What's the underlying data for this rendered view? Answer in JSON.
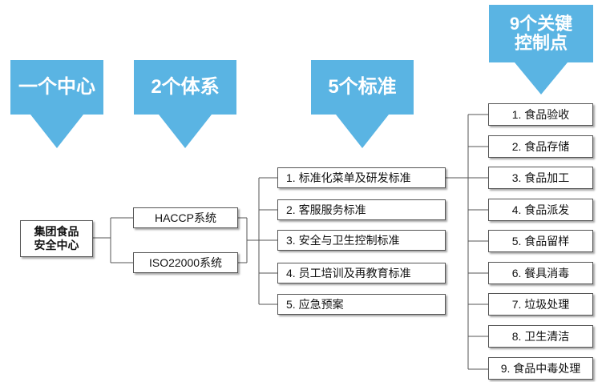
{
  "headers": [
    {
      "id": "center",
      "label": "一个中心"
    },
    {
      "id": "systems",
      "label": "2个体系"
    },
    {
      "id": "standards",
      "label": "5个标准"
    },
    {
      "id": "control",
      "label_line1": "9个关键",
      "label_line2": "控制点"
    }
  ],
  "root": {
    "line1": "集团食品",
    "line2": "安全中心"
  },
  "systems": [
    "HACCP系统",
    "ISO22000系统"
  ],
  "standards": [
    "1. 标准化菜单及研发标准",
    "2. 客服服务标准",
    "3. 安全与卫生控制标准",
    "4. 员工培训及再教育标准",
    "5. 应急预案"
  ],
  "control_points": [
    "1. 食品验收",
    "2. 食品存储",
    "3. 食品加工",
    "4. 食品派发",
    "5. 食品留样",
    "6. 餐具消毒",
    "7. 垃圾处理",
    "8. 卫生清洁",
    "9. 食品中毒处理"
  ],
  "colors": {
    "arrow": "#5ab4e3",
    "line": "#555555",
    "box_border": "#555555"
  }
}
